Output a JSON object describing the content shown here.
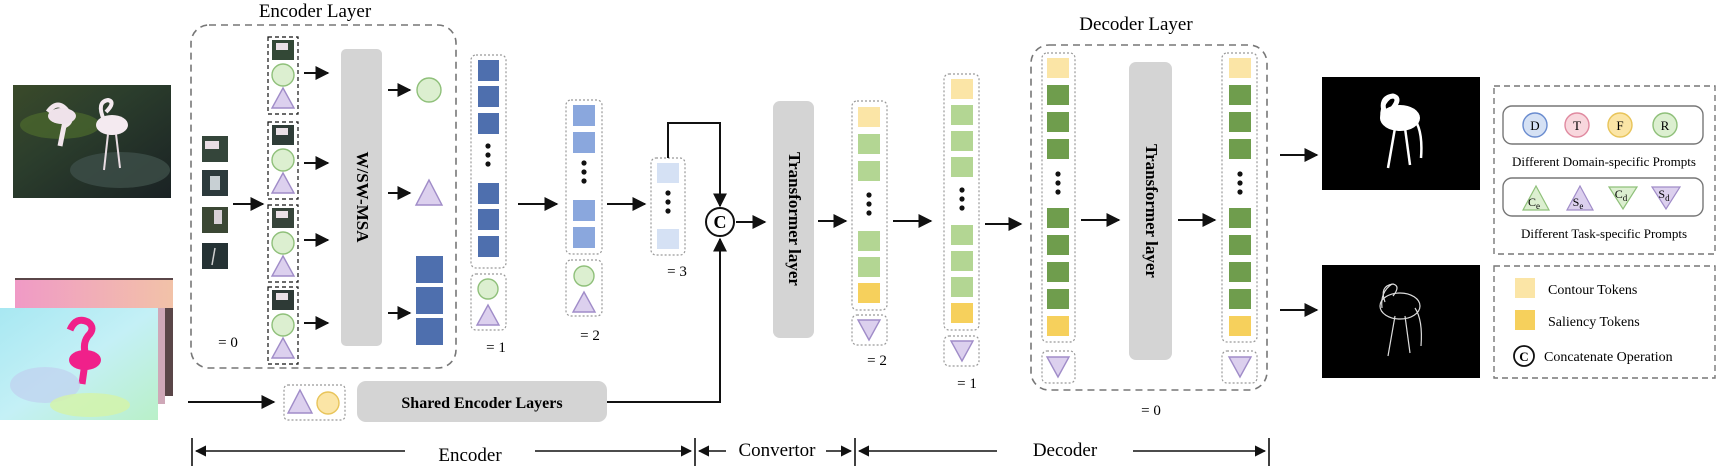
{
  "labels": {
    "encoder_layer": "Encoder Layer",
    "decoder_layer": "Decoder Layer",
    "wsw_msa": "W/SW-MSA",
    "transformer_layer": "Transformer layer",
    "shared_encoder_layers": "Shared Encoder Layers",
    "concat_symbol": "C"
  },
  "counters": {
    "enc_0": "= 0",
    "enc_1": "= 1",
    "enc_2": "= 2",
    "enc_3": "= 3",
    "conv_2": "= 2",
    "conv_1": "= 1",
    "dec_0": "= 0"
  },
  "bottom_axis": {
    "encoder": "Encoder",
    "convertor": "Convertor",
    "decoder": "Decoder"
  },
  "legend": {
    "domain_prompts": {
      "items": [
        "D",
        "T",
        "F",
        "R"
      ],
      "caption": "Different Domain-specific Prompts"
    },
    "task_prompts": {
      "items": [
        {
          "base": "C",
          "sub": "e"
        },
        {
          "base": "S",
          "sub": "e"
        },
        {
          "base": "C",
          "sub": "d"
        },
        {
          "base": "S",
          "sub": "d"
        }
      ],
      "caption": "Different Task-specific Prompts"
    },
    "token_keys": {
      "contour": "Contour Tokens",
      "saliency": "Saliency Tokens",
      "concat": "Concatenate Operation"
    }
  },
  "colors": {
    "dark_blue": "#4e6fae",
    "mid_blue": "#8aa7dd",
    "light_blue": "#d5e1f4",
    "dark_green": "#6f9d4d",
    "light_green": "#b3d693",
    "contour_yellow": "#fbe5a6",
    "saliency_yellow": "#f6d05c",
    "prompt_green": "#dcefd0",
    "prompt_purple": "#dcd0ee",
    "gray_block": "#d4d4d4"
  }
}
